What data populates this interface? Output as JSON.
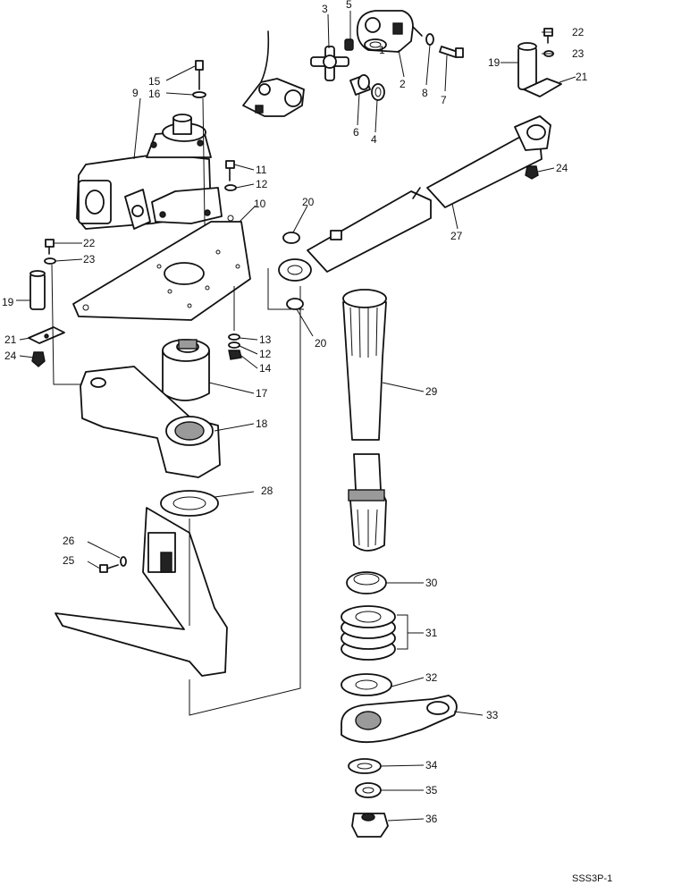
{
  "labels": [
    {
      "id": "l1",
      "text": "1"
    },
    {
      "id": "l2",
      "text": "2"
    },
    {
      "id": "l3",
      "text": "3"
    },
    {
      "id": "l4",
      "text": "4"
    },
    {
      "id": "l5",
      "text": "5"
    },
    {
      "id": "l6",
      "text": "6"
    },
    {
      "id": "l7",
      "text": "7"
    },
    {
      "id": "l8",
      "text": "8"
    },
    {
      "id": "l9",
      "text": "9"
    },
    {
      "id": "l10",
      "text": "10"
    },
    {
      "id": "l11",
      "text": "11"
    },
    {
      "id": "l12a",
      "text": "12"
    },
    {
      "id": "l12b",
      "text": "12"
    },
    {
      "id": "l13",
      "text": "13"
    },
    {
      "id": "l14",
      "text": "14"
    },
    {
      "id": "l15",
      "text": "15"
    },
    {
      "id": "l16",
      "text": "16"
    },
    {
      "id": "l17",
      "text": "17"
    },
    {
      "id": "l18",
      "text": "18"
    },
    {
      "id": "l19a",
      "text": "19"
    },
    {
      "id": "l19b",
      "text": "19"
    },
    {
      "id": "l20a",
      "text": "20"
    },
    {
      "id": "l20b",
      "text": "20"
    },
    {
      "id": "l21a",
      "text": "21"
    },
    {
      "id": "l21b",
      "text": "21"
    },
    {
      "id": "l22a",
      "text": "22"
    },
    {
      "id": "l22b",
      "text": "22"
    },
    {
      "id": "l23a",
      "text": "23"
    },
    {
      "id": "l23b",
      "text": "23"
    },
    {
      "id": "l24a",
      "text": "24"
    },
    {
      "id": "l24b",
      "text": "24"
    },
    {
      "id": "l25",
      "text": "25"
    },
    {
      "id": "l26",
      "text": "26"
    },
    {
      "id": "l27",
      "text": "27"
    },
    {
      "id": "l28",
      "text": "28"
    },
    {
      "id": "l29",
      "text": "29"
    },
    {
      "id": "l30",
      "text": "30"
    },
    {
      "id": "l31",
      "text": "31"
    },
    {
      "id": "l32",
      "text": "32"
    },
    {
      "id": "l33",
      "text": "33"
    },
    {
      "id": "l34",
      "text": "34"
    },
    {
      "id": "l35",
      "text": "35"
    },
    {
      "id": "l36",
      "text": "36"
    }
  ],
  "corner_stamp": "SSS3P-1"
}
